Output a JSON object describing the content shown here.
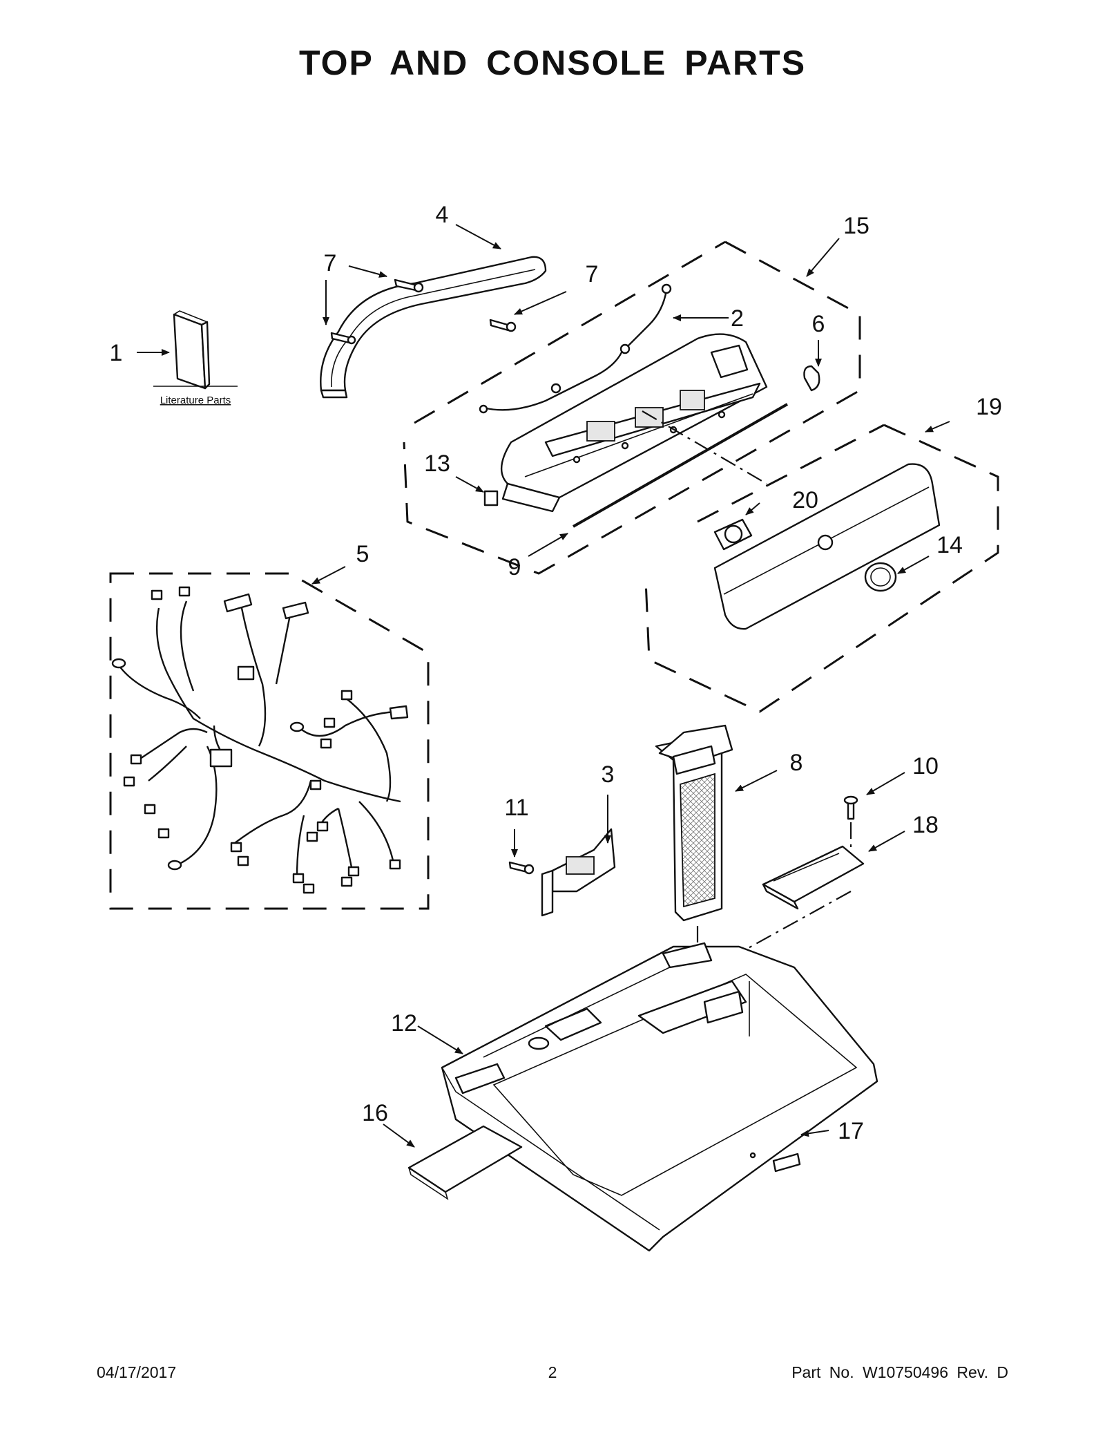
{
  "title": "TOP AND CONSOLE PARTS",
  "literature_label": "Literature Parts",
  "callouts": [
    "1",
    "2",
    "3",
    "4",
    "5",
    "6",
    "7",
    "7",
    "8",
    "9",
    "10",
    "11",
    "12",
    "13",
    "14",
    "15",
    "16",
    "17",
    "18",
    "19",
    "20"
  ],
  "footer": {
    "date": "04/17/2017",
    "page": "2",
    "part_no": "Part No.  W10750496  Rev.  D"
  }
}
